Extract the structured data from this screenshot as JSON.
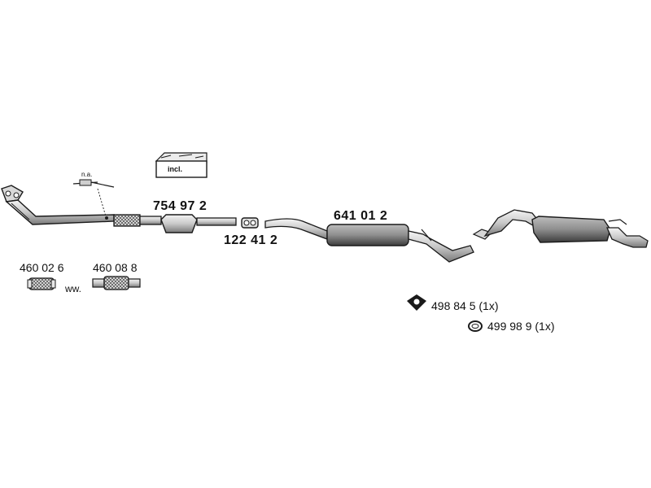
{
  "labels": {
    "catalyst_part": "754 97 2",
    "clamp_part": "122 41 2",
    "middle_silencer_part": "641 01 2",
    "flex_pipe_a": "460 02 6",
    "flex_pipe_b": "460 08 8",
    "ww": "ww.",
    "rubber_mount": "498 84 5 (1x)",
    "rubber_ring": "499 98 9 (1x)",
    "included_kit": "incl.",
    "not_available": "n.a."
  },
  "colors": {
    "ink": "#1a1a1a",
    "pipe_fill": "#d8d8d8",
    "pipe_dark": "#555555",
    "muffler_fill": "#9a9a9a"
  },
  "icons": {
    "rubber_mount": "rubber-mount-icon",
    "rubber_ring": "rubber-ring-icon",
    "included_kit": "mounting-kit-box-icon",
    "lambda_sensor": "lambda-sensor-icon"
  }
}
